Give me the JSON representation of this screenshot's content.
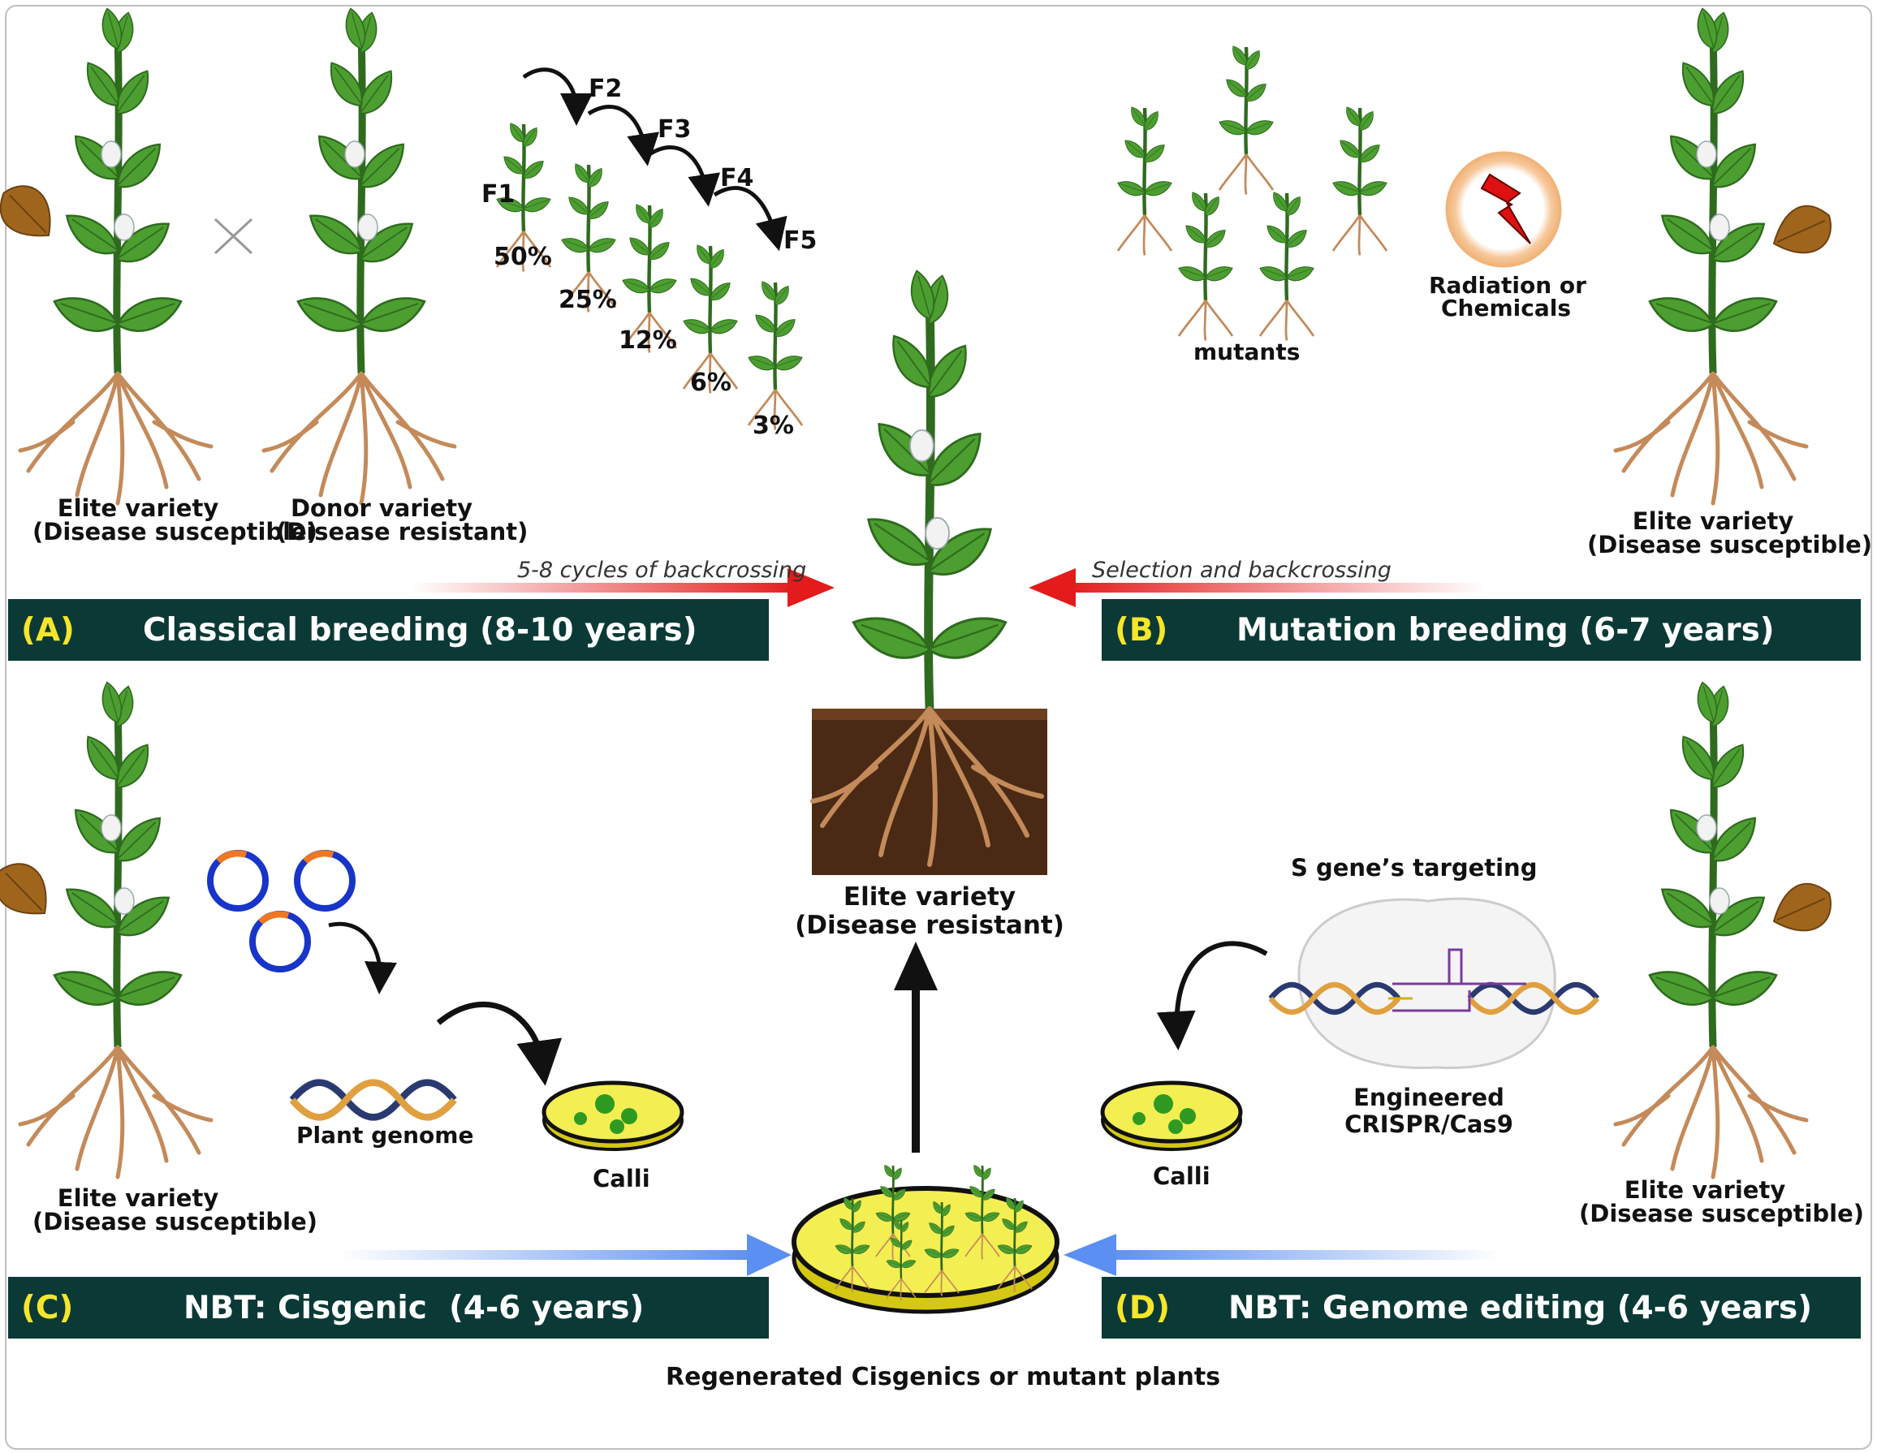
{
  "panels": {
    "a": {
      "tag": "(A)",
      "title": "Classical breeding (8-10 years)"
    },
    "b": {
      "tag": "(B)",
      "title": "Mutation breeding (6-7 years)"
    },
    "c": {
      "tag": "(C)",
      "title": "NBT: Cisgenic  (4-6 years)"
    },
    "d": {
      "tag": "(D)",
      "title": "NBT: Genome editing (4-6 years)"
    }
  },
  "classical": {
    "elite_l1": "Elite variety",
    "elite_l2": "(Disease susceptible)",
    "donor_l1": "Donor variety",
    "donor_l2": "(Disease resistant)",
    "generations": [
      "F1",
      "F2",
      "F3",
      "F4",
      "F5"
    ],
    "percentages": [
      "50%",
      "25%",
      "12%",
      "6%",
      "3%"
    ],
    "arrow_label": "5-8 cycles of backcrossing"
  },
  "mutation": {
    "mutants_label": "mutants",
    "mutagen_l1": "Radiation or",
    "mutagen_l2": "Chemicals",
    "elite_l1": "Elite variety",
    "elite_l2": "(Disease susceptible)",
    "arrow_label": "Selection and backcrossing"
  },
  "center": {
    "result_l1": "Elite variety",
    "result_l2": "(Disease resistant)",
    "regenerated": "Regenerated Cisgenics or mutant plants"
  },
  "cisgenic": {
    "elite_l1": "Elite variety",
    "elite_l2": "(Disease susceptible)",
    "genome": "Plant genome",
    "calli": "Calli"
  },
  "editing": {
    "target": "S gene’s targeting",
    "tool_l1": "Engineered",
    "tool_l2": "CRISPR/Cas9",
    "calli": "Calli",
    "elite_l1": "Elite variety",
    "elite_l2": "(Disease susceptible)"
  },
  "colors": {
    "banner": "#0b3a36",
    "tag": "#f5e62b",
    "leaf": "#3f8f2a",
    "stem": "#2e6b1e",
    "root": "#c48a5a",
    "arrow_red": "#e31b1b",
    "arrow_blue": "#5b8ff2",
    "soil": "#4a2a14"
  }
}
